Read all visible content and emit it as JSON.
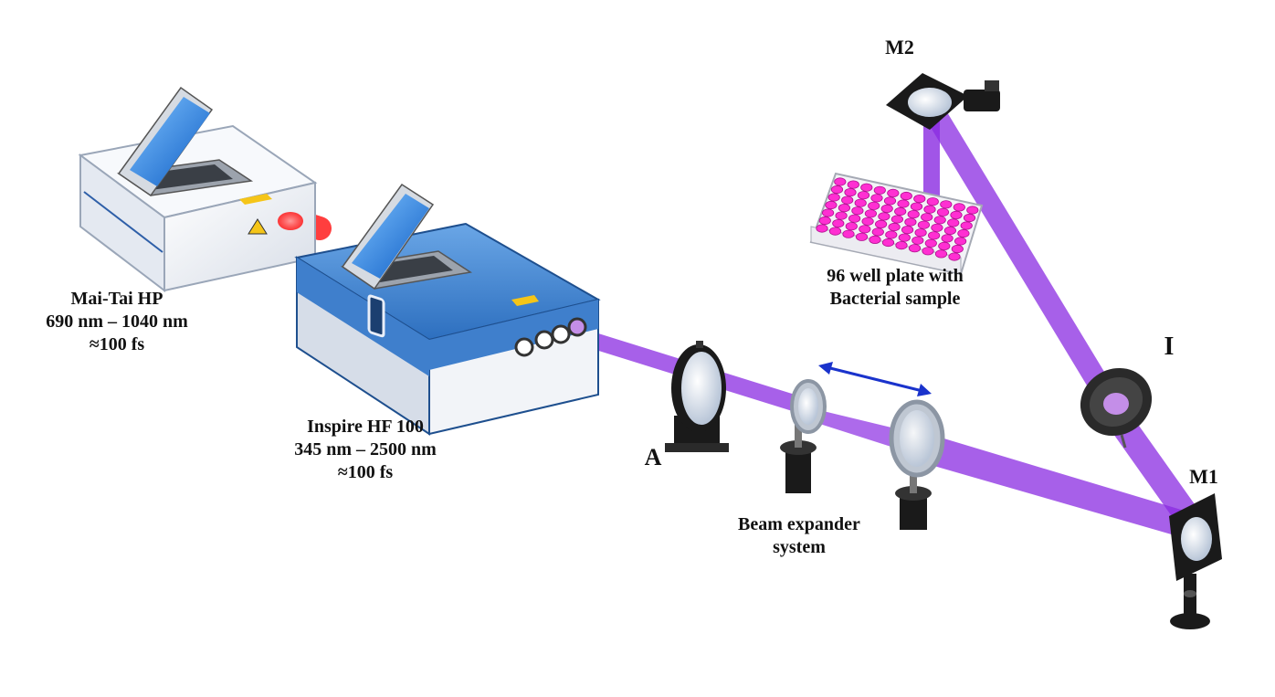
{
  "labels": {
    "mai_tai": {
      "name": "Mai-Tai HP",
      "range": "690 nm – 1040 nm",
      "pulse": "≈100 fs"
    },
    "inspire": {
      "name": "Inspire HF 100",
      "range": "345 nm – 2500 nm",
      "pulse": "≈100 fs"
    },
    "aperture": "A",
    "beam_expander": {
      "line1": "Beam expander",
      "line2": "system"
    },
    "mirror1": "M1",
    "mirror2": "M2",
    "iris": "I",
    "plate": {
      "line1": "96 well plate with",
      "line2": "Bacterial sample"
    }
  },
  "colors": {
    "beam": "#8a2be2",
    "red_beam": "#ff1e1e",
    "device_white": "#eef1f6",
    "device_blue": "#2e6db4",
    "well_magenta": "#ff2fd2",
    "arrow_blue": "#1a33cc"
  }
}
